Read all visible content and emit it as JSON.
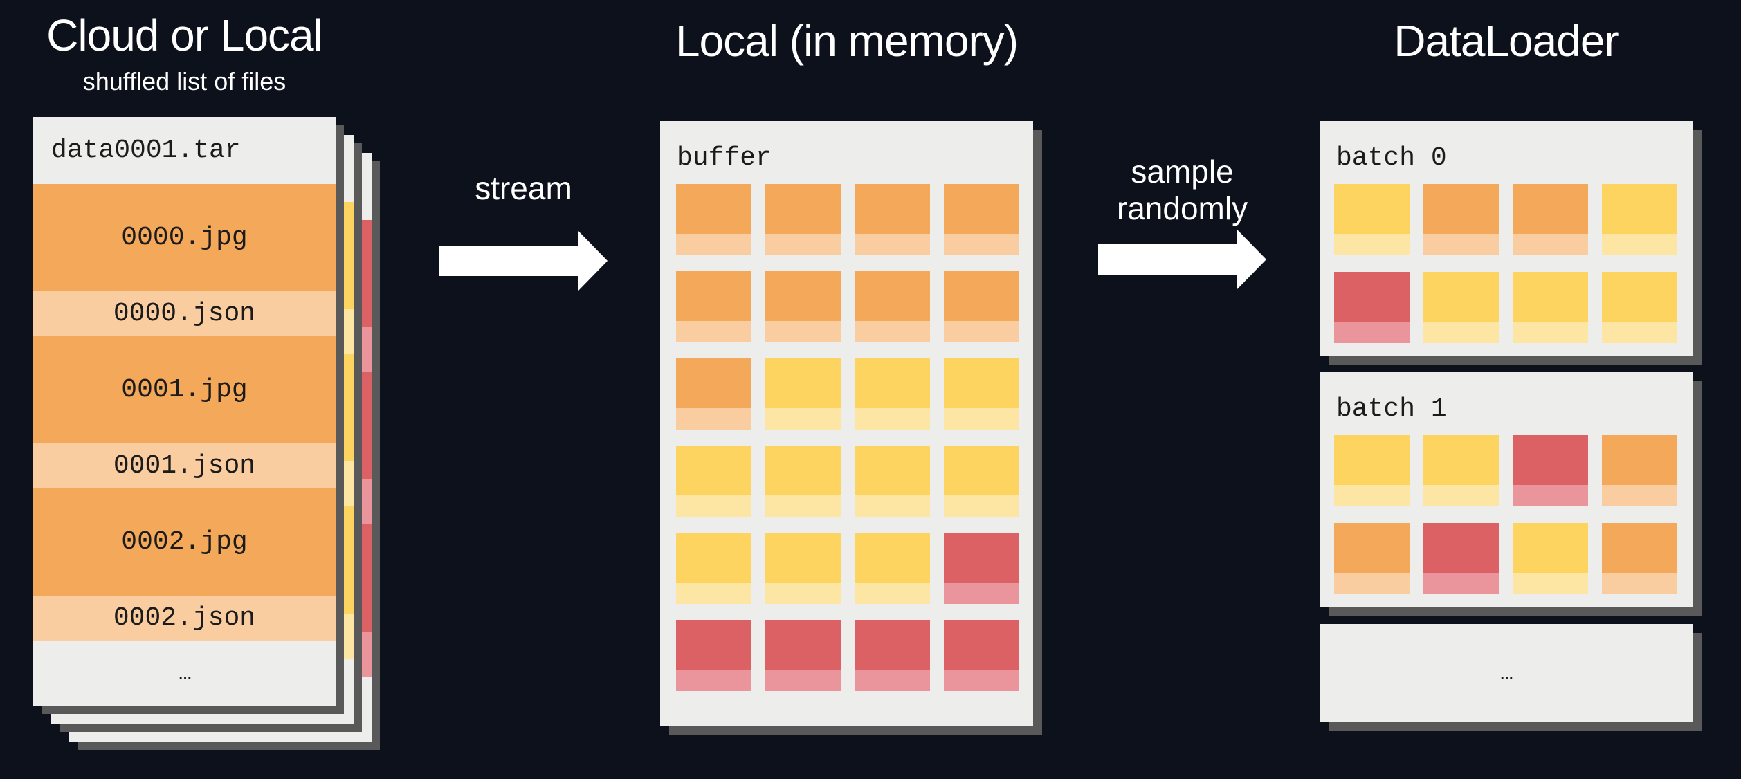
{
  "colors": {
    "background": "#0C111B",
    "card": "#EDEDEC",
    "shadow": "#595959",
    "orange": "#F4A85A",
    "orange_light": "#F9CDA0",
    "yellow": "#FCD45F",
    "yellow_light": "#FDE6A3",
    "red": "#DC6164",
    "red_light": "#E9959B"
  },
  "source": {
    "title": "Cloud or Local",
    "subtitle": "shuffled list of files",
    "tar_label": "data0001.tar",
    "files": [
      "0000.jpg",
      "0000.json",
      "0001.jpg",
      "0001.json",
      "0002.jpg",
      "0002.json"
    ],
    "ellipsis": "..."
  },
  "stream": {
    "label": "stream"
  },
  "memory": {
    "title": "Local (in memory)",
    "buffer_label": "buffer",
    "grid": [
      [
        "orange",
        "orange",
        "orange",
        "orange"
      ],
      [
        "orange",
        "orange",
        "orange",
        "orange"
      ],
      [
        "orange",
        "yellow",
        "yellow",
        "yellow"
      ],
      [
        "yellow",
        "yellow",
        "yellow",
        "yellow"
      ],
      [
        "yellow",
        "yellow",
        "yellow",
        "red"
      ],
      [
        "red",
        "red",
        "red",
        "red"
      ]
    ]
  },
  "sample": {
    "line1": "sample",
    "line2": "randomly"
  },
  "loader": {
    "title": "DataLoader",
    "batches": [
      {
        "label": "batch 0",
        "grid": [
          [
            "yellow",
            "orange",
            "orange",
            "yellow"
          ],
          [
            "red",
            "yellow",
            "yellow",
            "yellow"
          ]
        ]
      },
      {
        "label": "batch 1",
        "grid": [
          [
            "yellow",
            "yellow",
            "red",
            "orange"
          ],
          [
            "orange",
            "red",
            "yellow",
            "orange"
          ]
        ]
      }
    ],
    "ellipsis": "..."
  }
}
